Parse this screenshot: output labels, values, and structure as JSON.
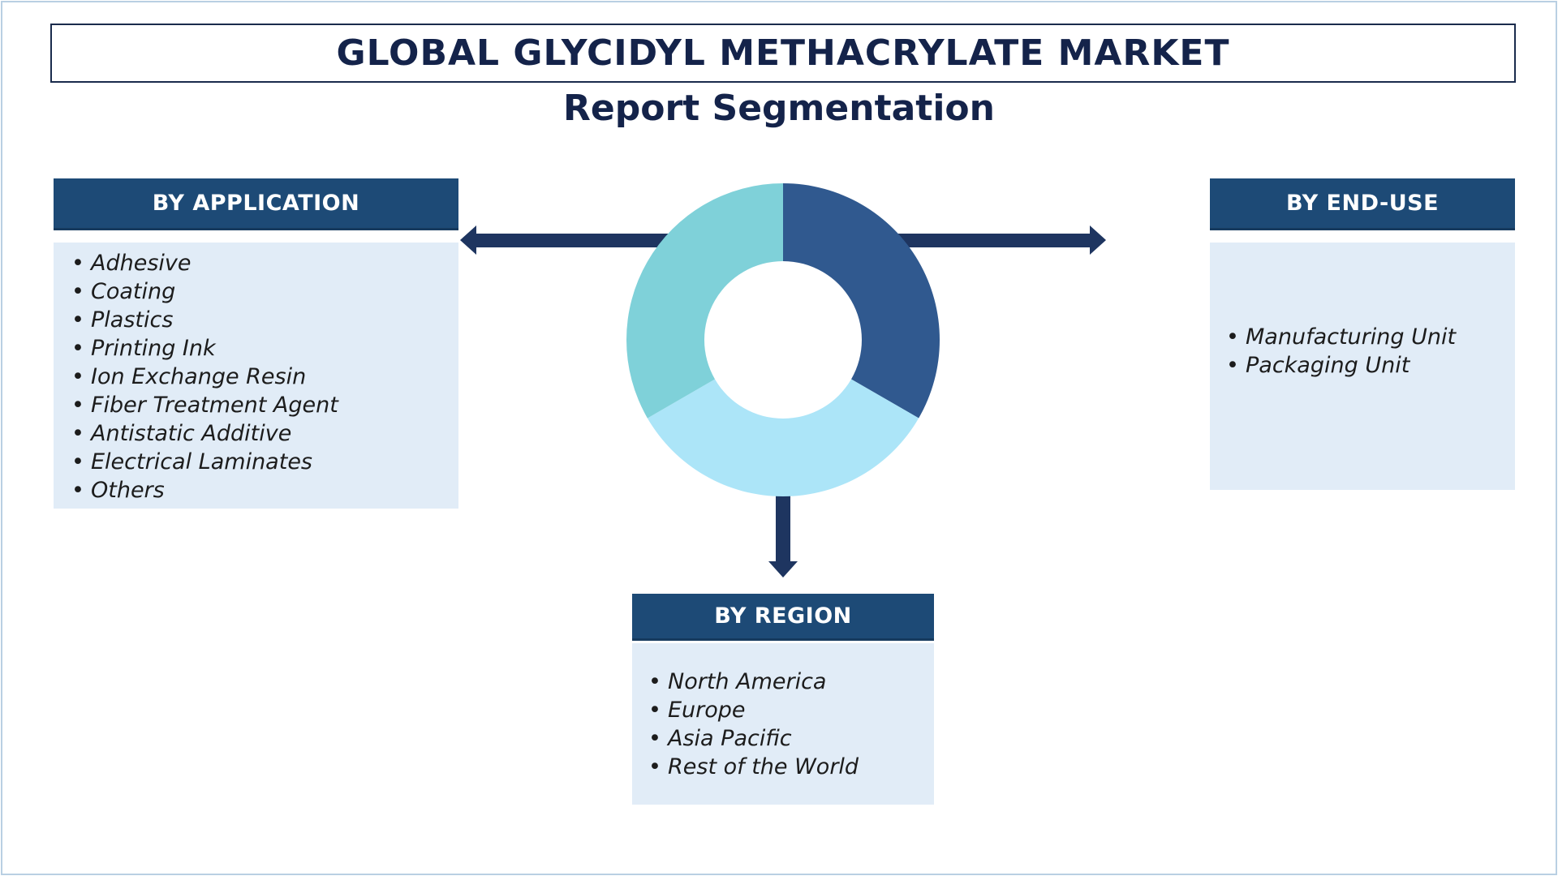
{
  "title": "GLOBAL GLYCIDYL METHACRYLATE MARKET",
  "subtitle": "Report Segmentation",
  "colors": {
    "header": "#1d4a76",
    "arrow": "#1e3560",
    "box": "#e1ecf7",
    "slice1": "#30598f",
    "slice2": "#ace5f8",
    "slice3": "#7fd1d9"
  },
  "application": {
    "label": "BY APPLICATION",
    "items": [
      "Adhesive",
      "Coating",
      "Plastics",
      "Printing Ink",
      "Ion Exchange Resin",
      "Fiber Treatment Agent",
      "Antistatic Additive",
      "Electrical Laminates",
      "Others"
    ]
  },
  "end_use": {
    "label": "BY END-USE",
    "items": [
      "Manufacturing Unit",
      "Packaging Unit"
    ]
  },
  "region": {
    "label": "BY REGION",
    "items": [
      "North America",
      "Europe",
      "Asia Pacific",
      "Rest of the World"
    ]
  },
  "donut": {
    "slices": [
      33.33,
      33.33,
      33.34
    ]
  }
}
